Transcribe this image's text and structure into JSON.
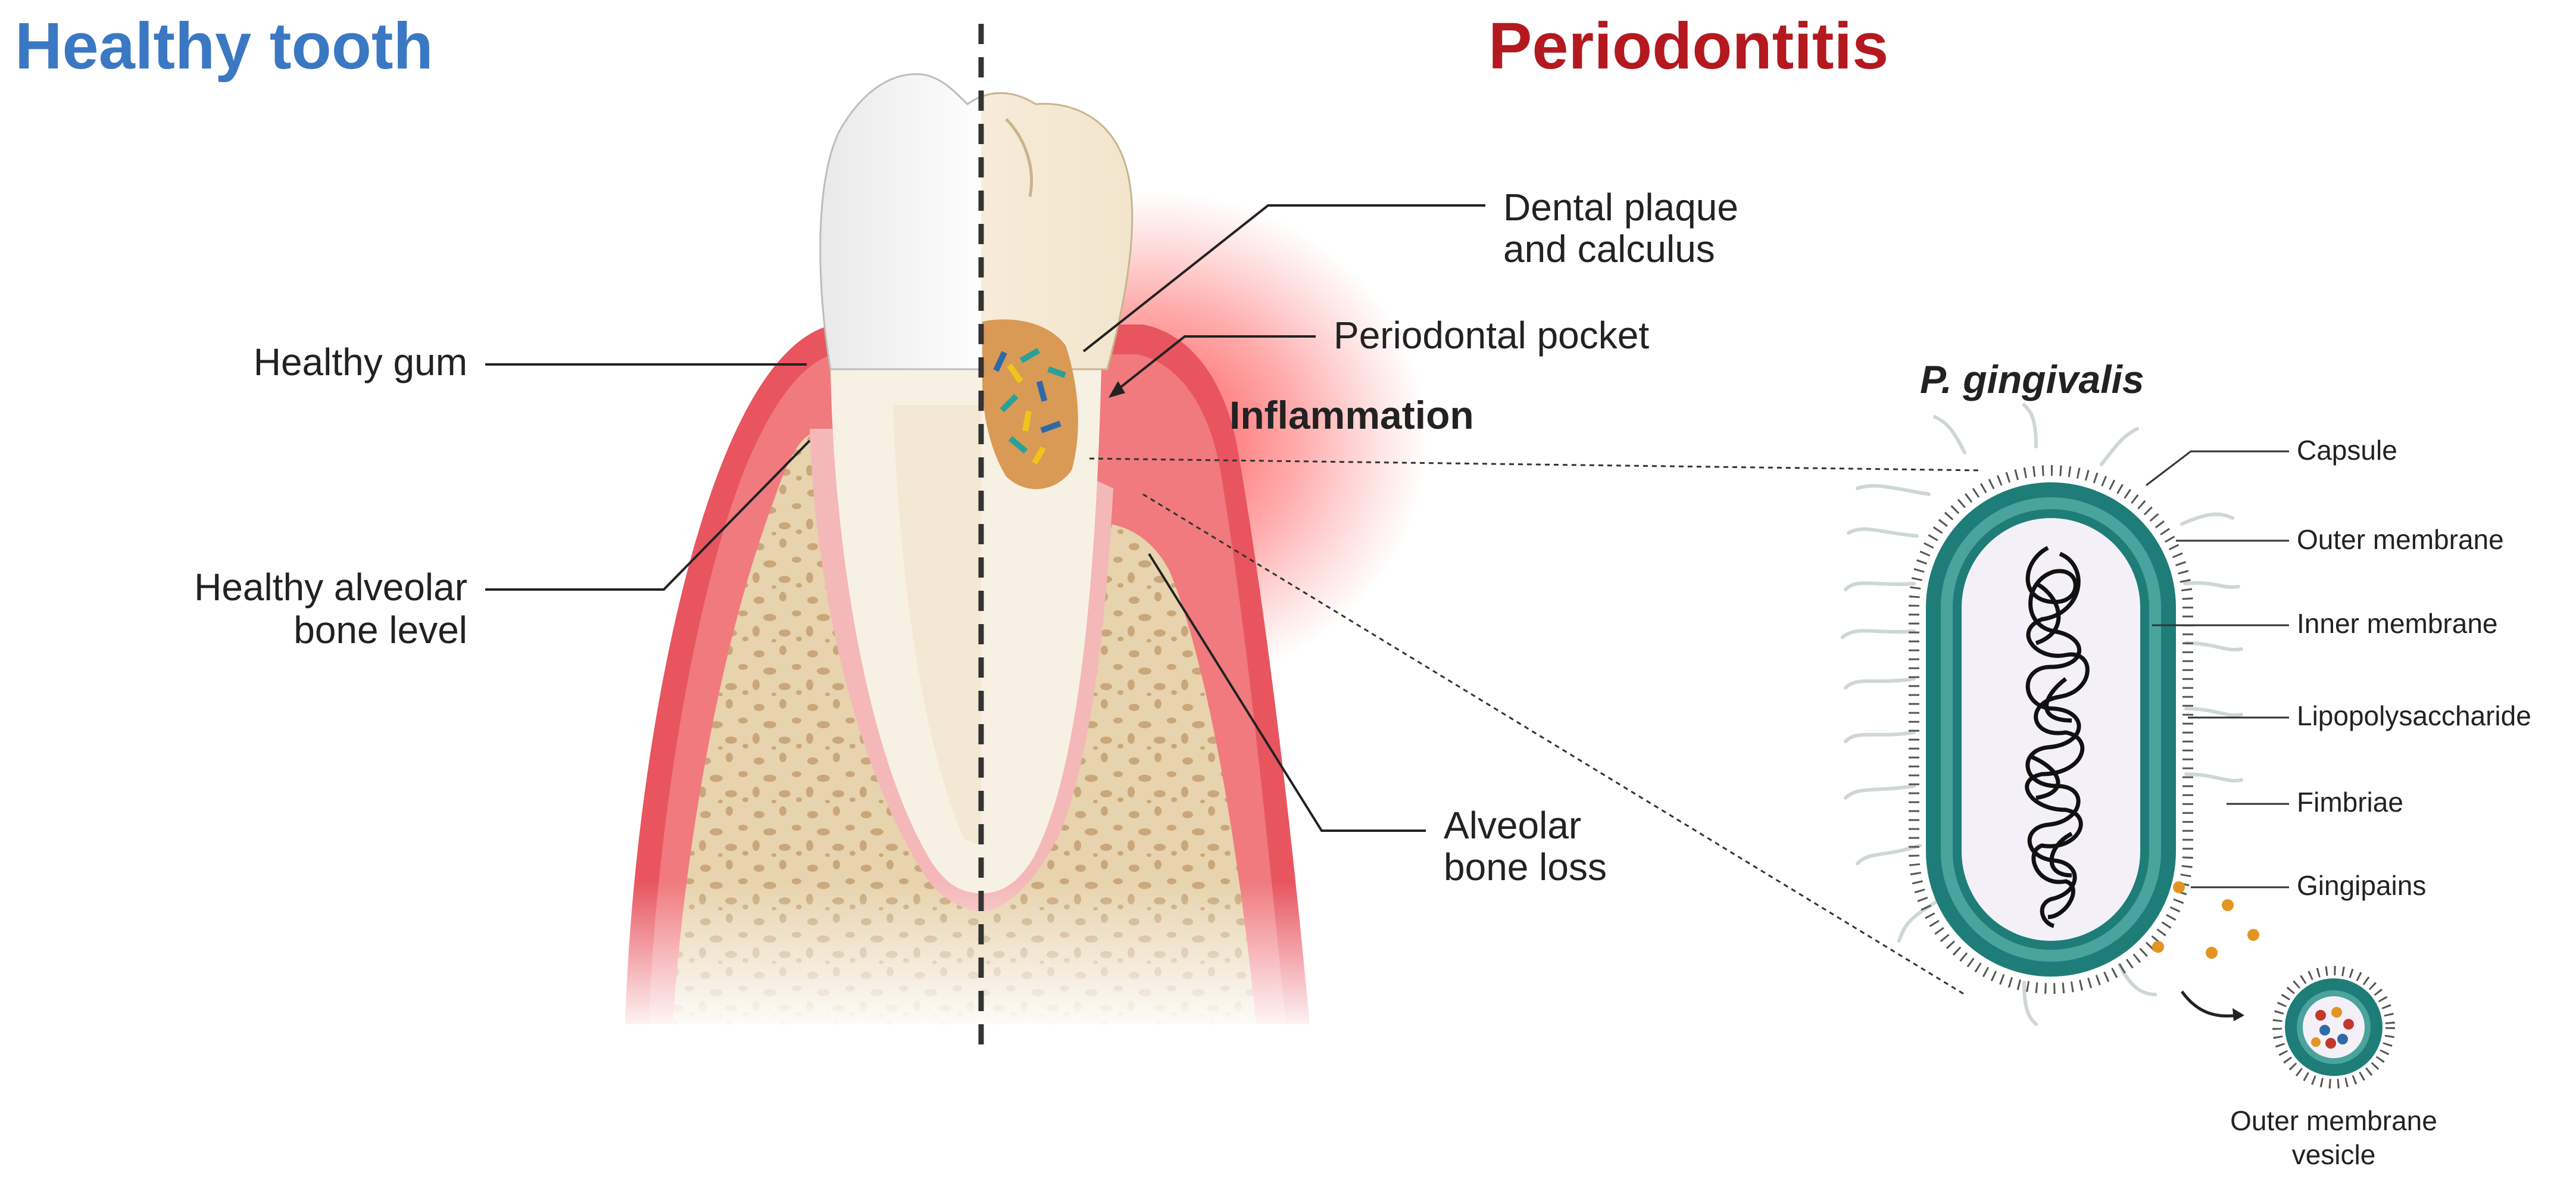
{
  "titles": {
    "healthy": "Healthy tooth",
    "periodontitis": "Periodontitis",
    "organism": "P. gingivalis"
  },
  "tooth_labels": {
    "healthy_gum": "Healthy gum",
    "healthy_bone_line1": "Healthy alveolar",
    "healthy_bone_line2": "bone level",
    "plaque_line1": "Dental plaque",
    "plaque_line2": "and calculus",
    "pocket": "Periodontal pocket",
    "inflammation": "Inflammation",
    "bone_loss_line1": "Alveolar",
    "bone_loss_line2": "bone loss"
  },
  "bacterium_labels": {
    "capsule": "Capsule",
    "outer_membrane": "Outer membrane",
    "inner_membrane": "Inner membrane",
    "lps": "Lipopolysaccharide",
    "fimbriae": "Fimbriae",
    "gingipains": "Gingipains",
    "vesicle_line1": "Outer membrane",
    "vesicle_line2": "vesicle"
  },
  "colors": {
    "healthy_title": "#3b78c3",
    "periodontitis_title": "#b3191f",
    "gum": "#e8555f",
    "bone": "#e6cfa5",
    "tooth": "#f4efe6",
    "bacterium_wall": "#1e7d78",
    "gingipain": "#e39421"
  }
}
